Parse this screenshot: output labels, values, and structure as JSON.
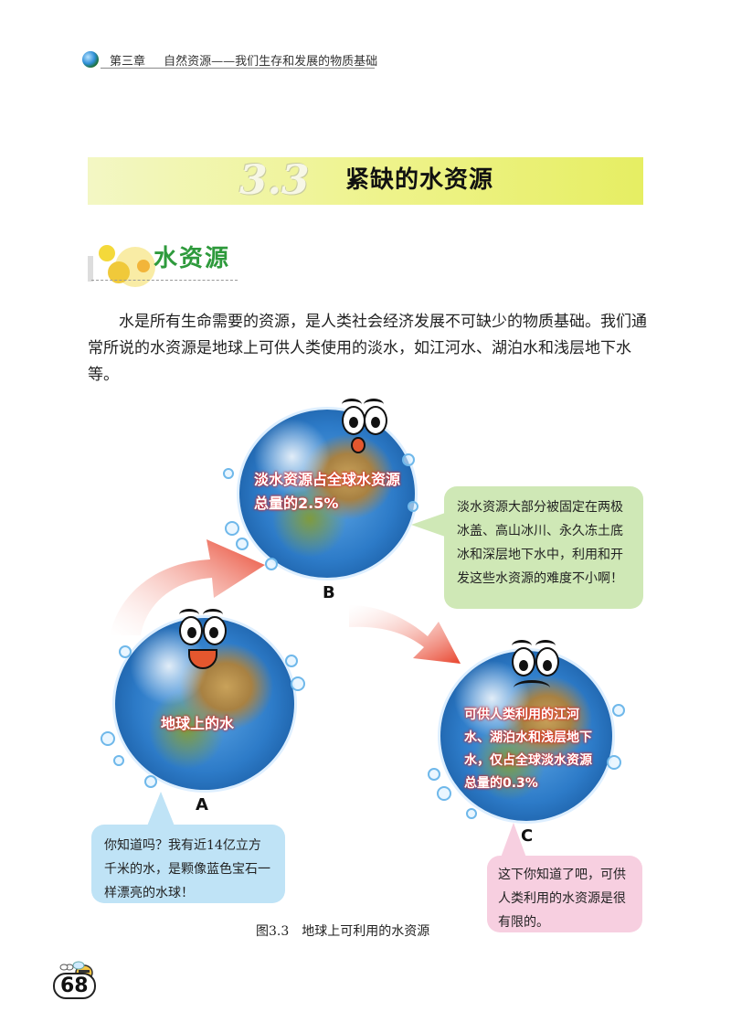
{
  "header": {
    "chapter": "第三章",
    "chapter_title": "自然资源——我们生存和发展的物质基础"
  },
  "section": {
    "number": "3.3",
    "title": "紧缺的水资源"
  },
  "subsection": {
    "title": "水资源"
  },
  "paragraph": "水是所有生命需要的资源，是人类社会经济发展不可缺少的物质基础。我们通常所说的水资源是地球上可供人类使用的淡水，如江河水、湖泊水和浅层地下水等。",
  "figure": {
    "globe_a_label": "地球上的水",
    "globe_b_label": "淡水资源占全球水资源总量的2.5%",
    "globe_c_label": "可供人类利用的江河水、湖泊水和浅层地下水，仅占全球淡水资源总量的0.3%",
    "letter_a": "A",
    "letter_b": "B",
    "letter_c": "C",
    "bubble_a": "你知道吗？我有近14亿立方千米的水，是颗像蓝色宝石一样漂亮的水球！",
    "bubble_b": "淡水资源大部分被固定在两极冰盖、高山冰川、永久冻土底冰和深层地下水中，利用和开发这些水资源的难度不小啊！",
    "bubble_c": "这下你知道了吧，可供人类利用的水资源是很有限的。",
    "caption_number": "图3.3",
    "caption_text": "地球上可利用的水资源",
    "colors": {
      "arrow": "#e8432c",
      "label_text_glow": "#e02020",
      "bubble_b_bg": "#cfe8b6",
      "bubble_a_bg": "#bfe3f6",
      "bubble_c_bg": "#f7cfe0",
      "band": "#eef38a",
      "subsection_title": "#2e9a3c"
    }
  },
  "page_number": "68"
}
